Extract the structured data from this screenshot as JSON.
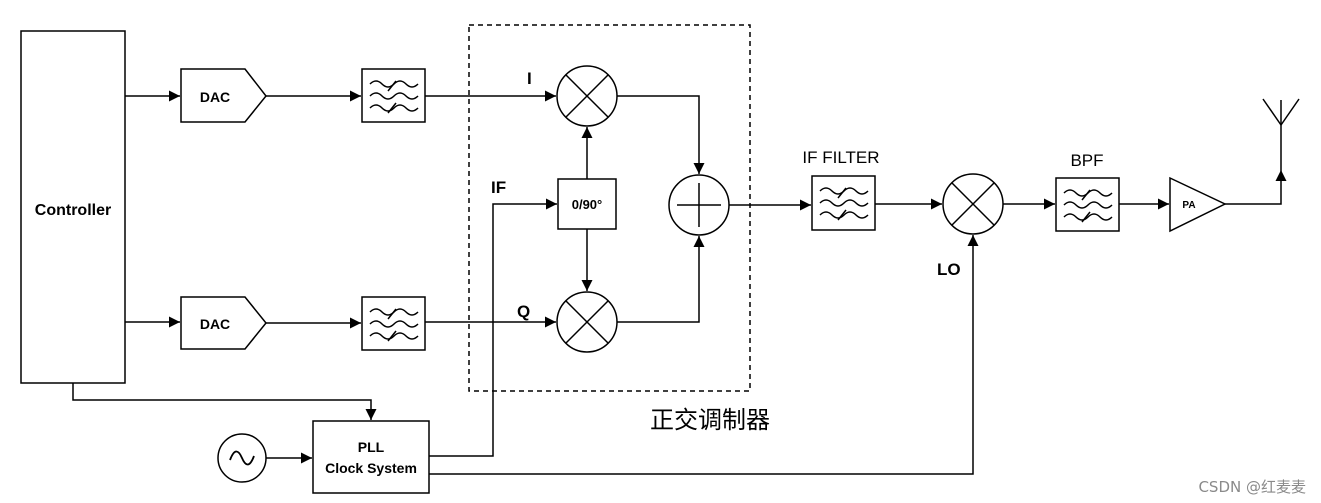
{
  "blocks": {
    "controller": "Controller",
    "dac_top": "DAC",
    "dac_bottom": "DAC",
    "phase_shifter": "0/90°",
    "pll_line1": "PLL",
    "pll_line2": "Clock System",
    "pa": "PA"
  },
  "labels": {
    "i": "I",
    "q": "Q",
    "if": "IF",
    "lo": "LO",
    "if_filter": "IF FILTER",
    "bpf": "BPF",
    "modulator_caption": "正交调制器"
  },
  "watermark": "CSDN @红麦麦"
}
